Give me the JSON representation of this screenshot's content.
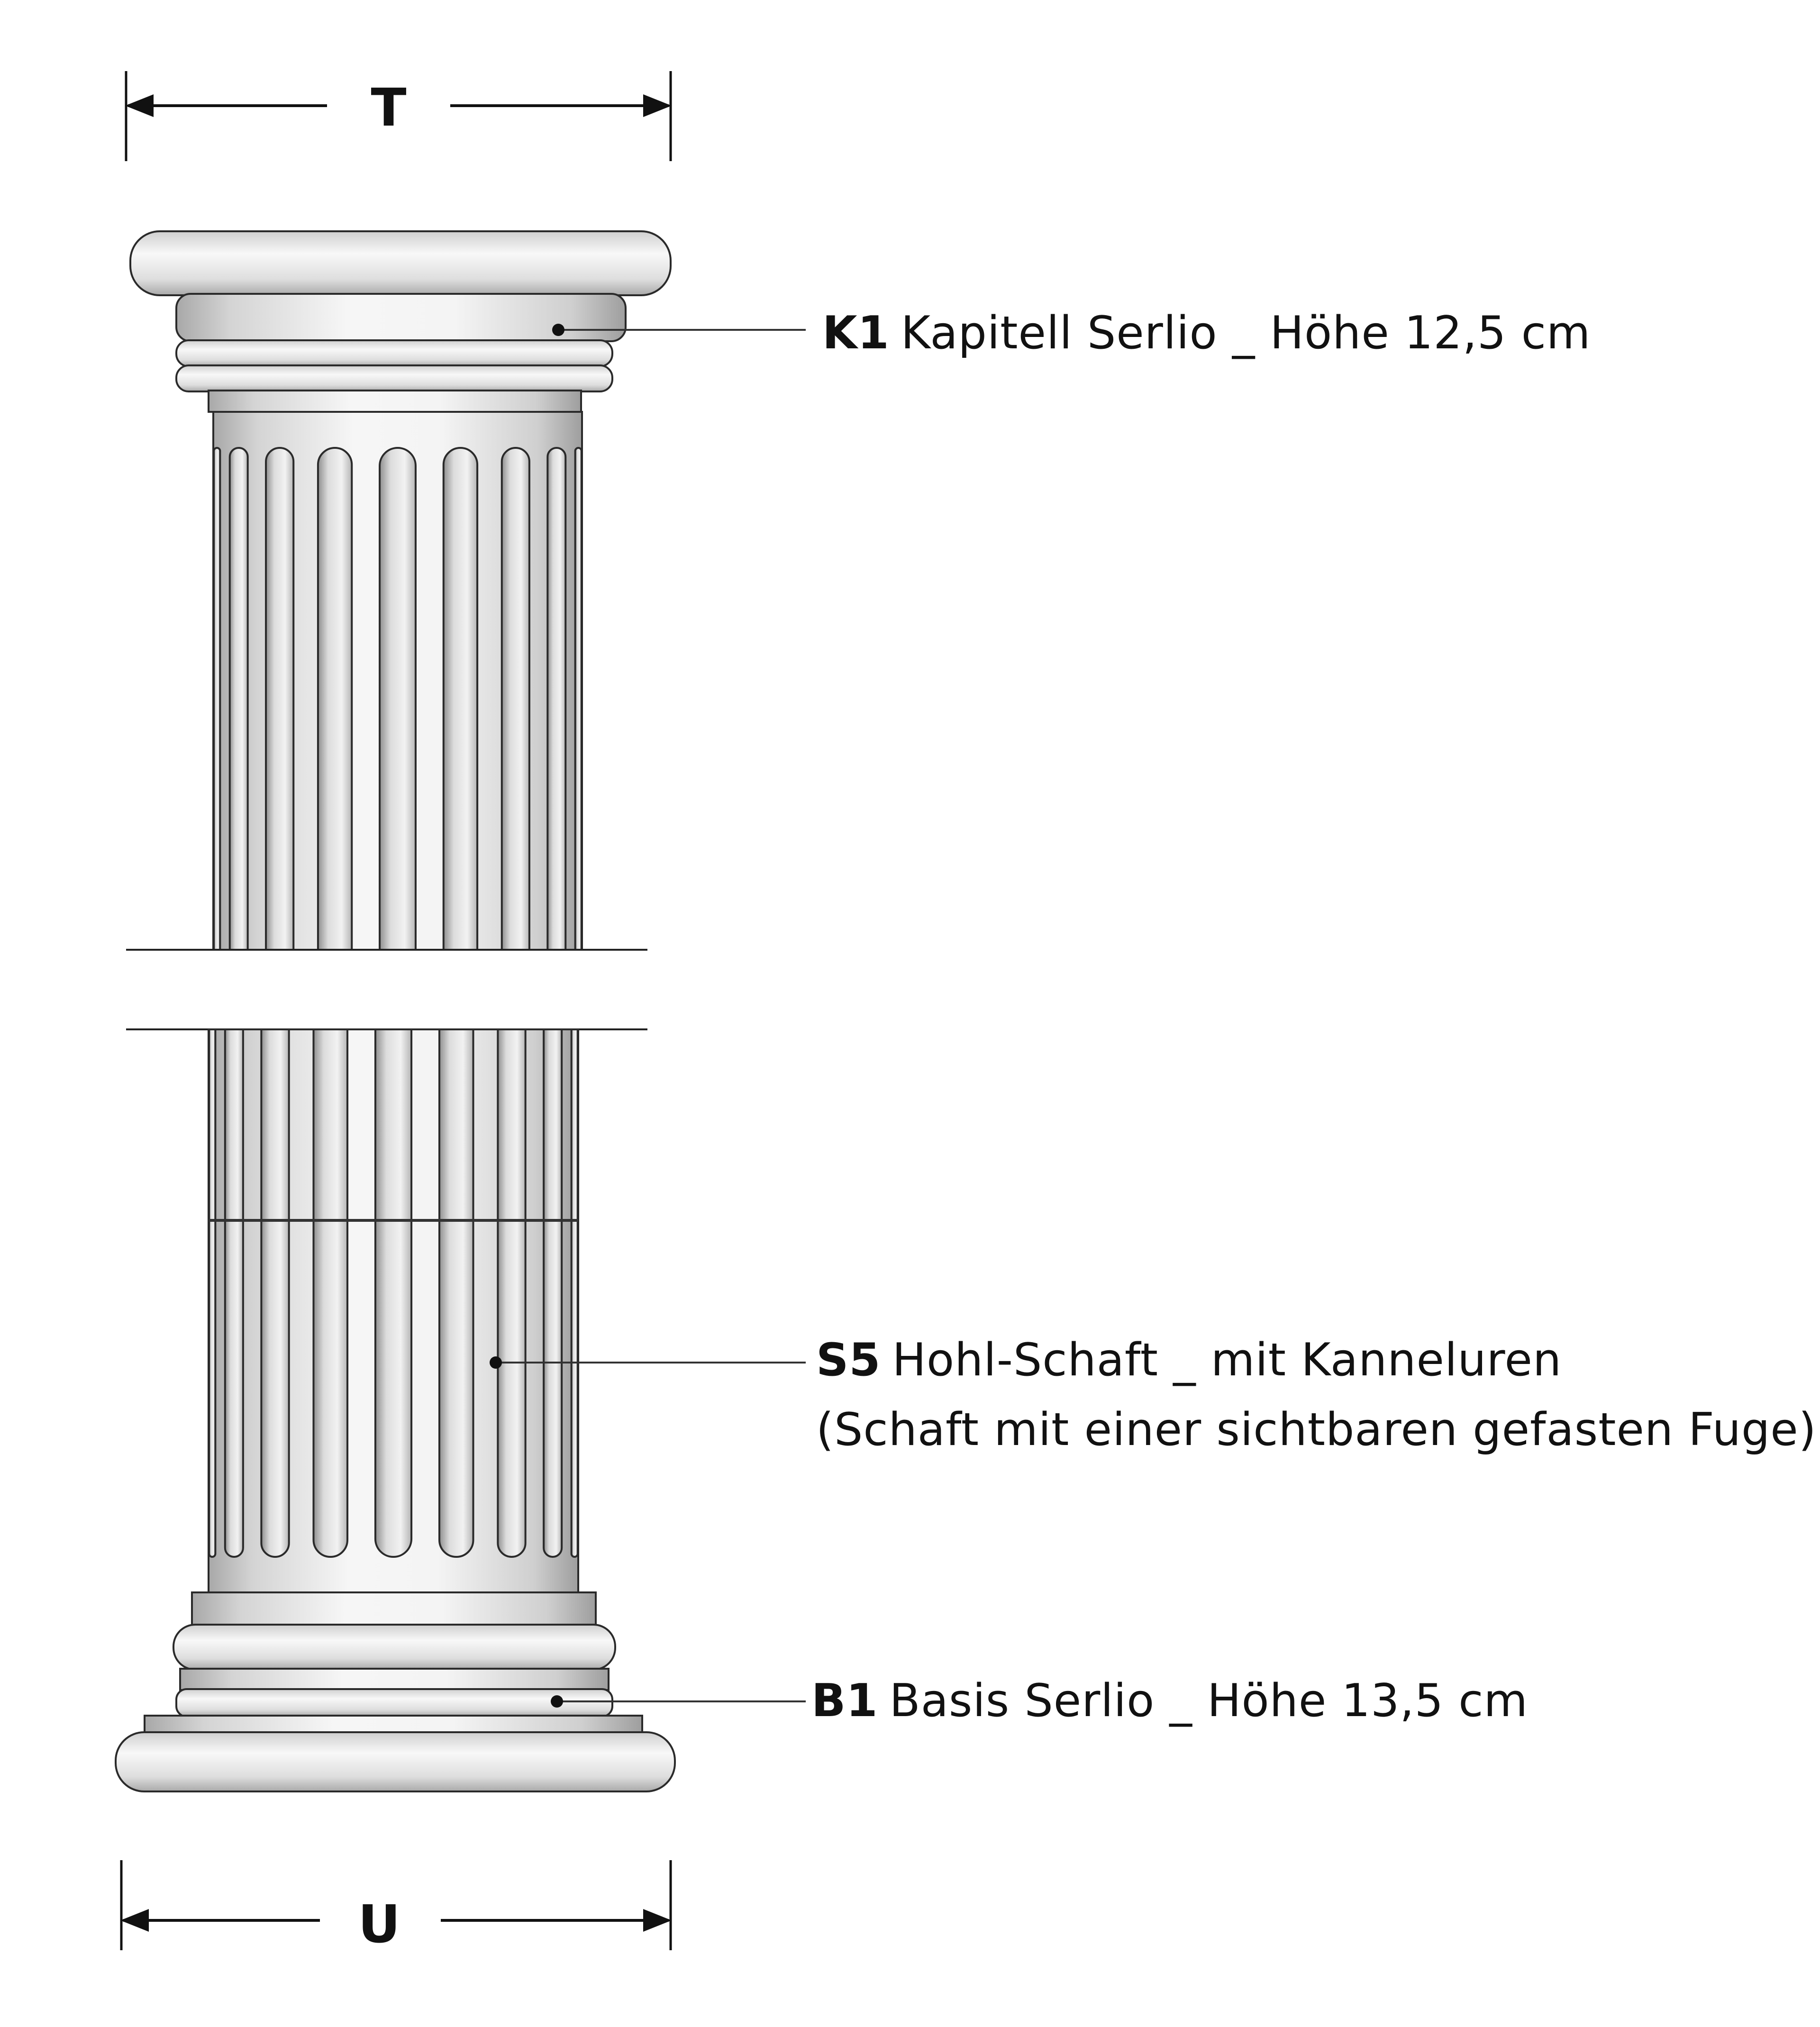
{
  "dimensions": {
    "top": "T",
    "bottom": "U"
  },
  "labels": {
    "capital": {
      "code": "K1",
      "text": "Kapitell Serlio _ Höhe 12,5 cm"
    },
    "shaft": {
      "code": "S5",
      "text": "Hohl-Schaft _ mit Kanneluren",
      "note": "(Schaft mit einer sichtbaren gefasten Fuge)"
    },
    "base": {
      "code": "B1",
      "text": "Basis Serlio _ Höhe 13,5 cm"
    }
  },
  "colors": {
    "stone": "#e6e6e6",
    "stone_light": "#f7f7f7",
    "stone_dark": "#9a9a9a",
    "outline": "#222222",
    "line": "#333333"
  }
}
